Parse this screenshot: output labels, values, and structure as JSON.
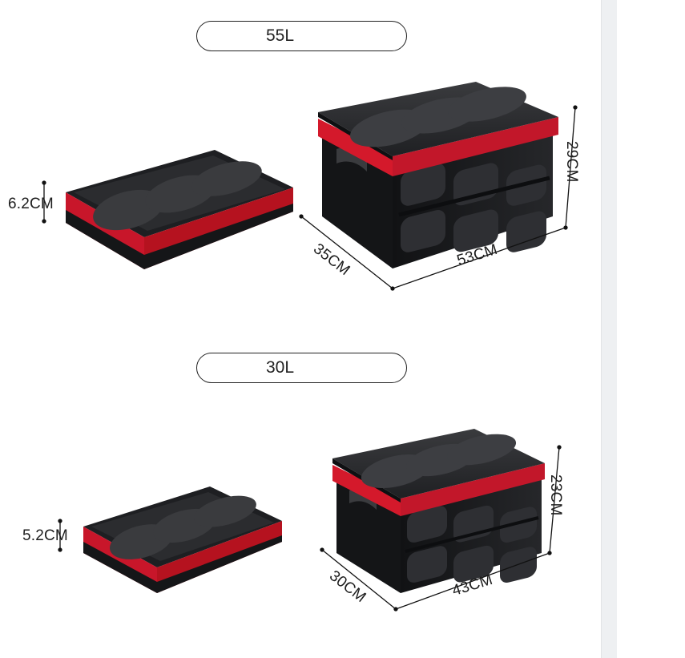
{
  "sections": [
    {
      "capacity_label": "55L",
      "folded_height": "6.2CM",
      "depth": "35CM",
      "width": "53CM",
      "height": "29CM"
    },
    {
      "capacity_label": "30L",
      "folded_height": "5.2CM",
      "depth": "30CM",
      "width": "43CM",
      "height": "23CM"
    }
  ],
  "colors": {
    "box_body": "#1c1d20",
    "lid": "#2a2b2e",
    "accent_red": "#d4192b",
    "pad": "#3a3b3e"
  }
}
